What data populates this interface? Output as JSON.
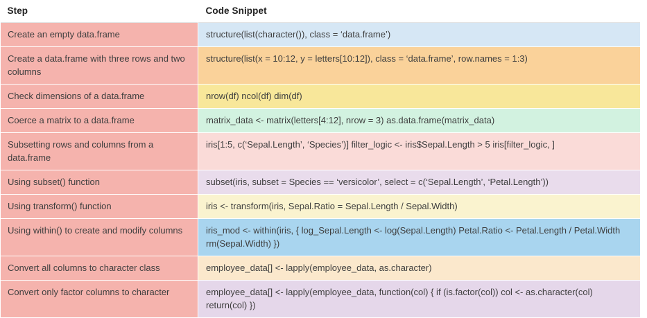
{
  "table": {
    "headers": {
      "step": "Step",
      "code": "Code Snippet"
    },
    "step_column_color": "#f5b3ad",
    "header_text_color": "#1f1f1f",
    "body_text_color": "#3f3f3f",
    "page_background": "#ffffff",
    "rows": [
      {
        "step": "Create an empty data.frame",
        "code": "structure(list(character()), class = ‘data.frame’)",
        "code_color": "#d6e7f5"
      },
      {
        "step": "Create a data.frame with three rows and two columns",
        "code": "structure(list(x = 10:12, y = letters[10:12]), class = ‘data.frame’, row.names = 1:3)",
        "code_color": "#fad29a"
      },
      {
        "step": "Check dimensions of a data.frame",
        "code": "nrow(df) ncol(df) dim(df)",
        "code_color": "#f8e79a"
      },
      {
        "step": "Coerce a matrix to a data.frame",
        "code": "matrix_data <- matrix(letters[4:12], nrow = 3) as.data.frame(matrix_data)",
        "code_color": "#d2f2e0"
      },
      {
        "step": "Subsetting rows and columns from a data.frame",
        "code": "iris[1:5, c(‘Sepal.Length’, ‘Species’)] filter_logic <- iris$Sepal.Length > 5 iris[filter_logic, ]",
        "code_color": "#fadbd8"
      },
      {
        "step": "Using subset() function",
        "code": "subset(iris, subset = Species == ‘versicolor’, select = c(‘Sepal.Length’, ‘Petal.Length’))",
        "code_color": "#e9dcec"
      },
      {
        "step": "Using transform() function",
        "code": "iris <- transform(iris, Sepal.Ratio = Sepal.Length / Sepal.Width)",
        "code_color": "#faf3cf"
      },
      {
        "step": "Using within() to create and modify columns",
        "code": "iris_mod <- within(iris, { log_Sepal.Length <- log(Sepal.Length) Petal.Ratio <- Petal.Length / Petal.Width rm(Sepal.Width) })",
        "code_color": "#a9d5ef"
      },
      {
        "step": "Convert all columns to character class",
        "code": "employee_data[] <- lapply(employee_data, as.character)",
        "code_color": "#fbe8cc"
      },
      {
        "step": "Convert only factor columns to character",
        "code": "employee_data[] <- lapply(employee_data, function(col) { if (is.factor(col)) col <- as.character(col) return(col) })",
        "code_color": "#e5d7ea"
      }
    ]
  }
}
